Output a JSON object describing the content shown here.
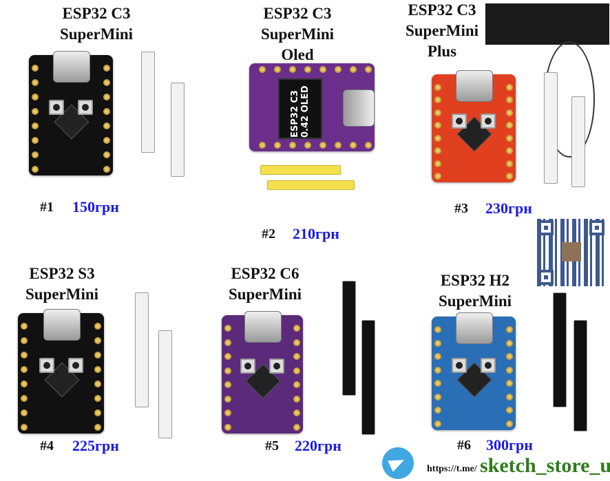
{
  "products": [
    {
      "id": "1",
      "title": "ESP32 C3\nSuperMini",
      "number": "#1",
      "price": "150грн",
      "board_color": "#111111",
      "header_color": "#f2f2f2"
    },
    {
      "id": "2",
      "title": "ESP32 C3\nSuperMini\nOled",
      "number": "#2",
      "price": "210грн",
      "board_color": "#6a2f8a",
      "header_color": "#f4e04d",
      "oled_text": "ESP32 C3\n0.42 OLED"
    },
    {
      "id": "3",
      "title": "ESP32 C3\nSuperMini\nPlus",
      "number": "#3",
      "price": "230грн",
      "board_color": "#e0401f",
      "header_color": "#f2f2f2"
    },
    {
      "id": "4",
      "title": "ESP32 S3\nSuperMini",
      "number": "#4",
      "price": "225грн",
      "board_color": "#111111",
      "header_color": "#f2f2f2"
    },
    {
      "id": "5",
      "title": "ESP32 C6\nSuperMini",
      "number": "#5",
      "price": "220грн",
      "board_color": "#5b2a7a",
      "header_color": "#111111"
    },
    {
      "id": "6",
      "title": "ESP32 H2\nSuperMini",
      "number": "#6",
      "price": "300грн",
      "board_color": "#2a6fb5",
      "header_color": "#111111"
    }
  ],
  "footer": {
    "link_prefix": "https://t.me/",
    "link_handle": "sketch_store_ua",
    "icon": "telegram-icon"
  },
  "colors": {
    "price": "#1a1ae6",
    "link": "#2e7d1a",
    "telegram": "#40a7e3"
  }
}
